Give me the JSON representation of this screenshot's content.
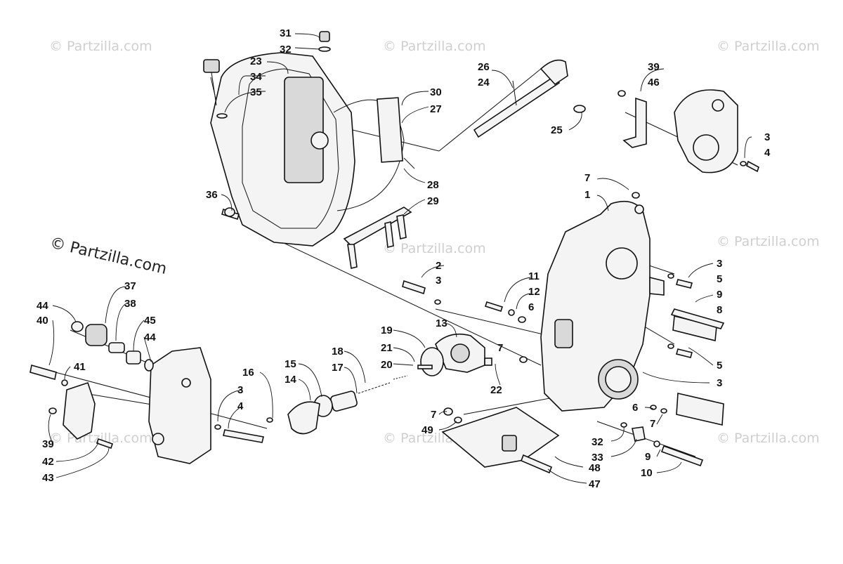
{
  "watermark": {
    "text": "© Partzilla.com"
  },
  "callouts": [
    {
      "id": "c31",
      "label": "31"
    },
    {
      "id": "c32a",
      "label": "32"
    },
    {
      "id": "c23",
      "label": "23"
    },
    {
      "id": "c34",
      "label": "34"
    },
    {
      "id": "c35",
      "label": "35"
    },
    {
      "id": "c30",
      "label": "30"
    },
    {
      "id": "c27",
      "label": "27"
    },
    {
      "id": "c28",
      "label": "28"
    },
    {
      "id": "c29",
      "label": "29"
    },
    {
      "id": "c36",
      "label": "36"
    },
    {
      "id": "c26",
      "label": "26"
    },
    {
      "id": "c24",
      "label": "24"
    },
    {
      "id": "c25",
      "label": "25"
    },
    {
      "id": "c39a",
      "label": "39"
    },
    {
      "id": "c46",
      "label": "46"
    },
    {
      "id": "c3a",
      "label": "3"
    },
    {
      "id": "c4a",
      "label": "4"
    },
    {
      "id": "c7a",
      "label": "7"
    },
    {
      "id": "c1",
      "label": "1"
    },
    {
      "id": "c3b",
      "label": "3"
    },
    {
      "id": "c5a",
      "label": "5"
    },
    {
      "id": "c9a",
      "label": "9"
    },
    {
      "id": "c8",
      "label": "8"
    },
    {
      "id": "c5b",
      "label": "5"
    },
    {
      "id": "c3c",
      "label": "3"
    },
    {
      "id": "c2",
      "label": "2"
    },
    {
      "id": "c3d",
      "label": "3"
    },
    {
      "id": "c11",
      "label": "11"
    },
    {
      "id": "c12",
      "label": "12"
    },
    {
      "id": "c6a",
      "label": "6"
    },
    {
      "id": "c13",
      "label": "13"
    },
    {
      "id": "c7b",
      "label": "7"
    },
    {
      "id": "c19",
      "label": "19"
    },
    {
      "id": "c21",
      "label": "21"
    },
    {
      "id": "c20",
      "label": "20"
    },
    {
      "id": "c22",
      "label": "22"
    },
    {
      "id": "c18",
      "label": "18"
    },
    {
      "id": "c17",
      "label": "17"
    },
    {
      "id": "c15",
      "label": "15"
    },
    {
      "id": "c14",
      "label": "14"
    },
    {
      "id": "c16",
      "label": "16"
    },
    {
      "id": "c3e",
      "label": "3"
    },
    {
      "id": "c4b",
      "label": "4"
    },
    {
      "id": "c37",
      "label": "37"
    },
    {
      "id": "c38",
      "label": "38"
    },
    {
      "id": "c44a",
      "label": "44"
    },
    {
      "id": "c40",
      "label": "40"
    },
    {
      "id": "c45",
      "label": "45"
    },
    {
      "id": "c44b",
      "label": "44"
    },
    {
      "id": "c41",
      "label": "41"
    },
    {
      "id": "c39b",
      "label": "39"
    },
    {
      "id": "c42",
      "label": "42"
    },
    {
      "id": "c43",
      "label": "43"
    },
    {
      "id": "c7c",
      "label": "7"
    },
    {
      "id": "c49",
      "label": "49"
    },
    {
      "id": "c6b",
      "label": "6"
    },
    {
      "id": "c7d",
      "label": "7"
    },
    {
      "id": "c32b",
      "label": "32"
    },
    {
      "id": "c33",
      "label": "33"
    },
    {
      "id": "c48",
      "label": "48"
    },
    {
      "id": "c47",
      "label": "47"
    },
    {
      "id": "c9b",
      "label": "9"
    },
    {
      "id": "c10",
      "label": "10"
    }
  ]
}
